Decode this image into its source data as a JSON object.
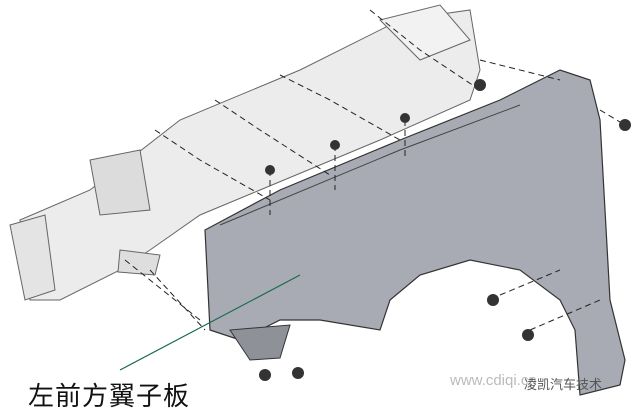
{
  "caption": "左前方翼子板",
  "watermark": {
    "url": "www.cdiqi.cn",
    "brand": "凌凯汽车技术"
  },
  "colors": {
    "fender": "#a9abb4",
    "frame": "#e8e8e8",
    "outline": "#333333",
    "leader": "#1a6b4c"
  }
}
